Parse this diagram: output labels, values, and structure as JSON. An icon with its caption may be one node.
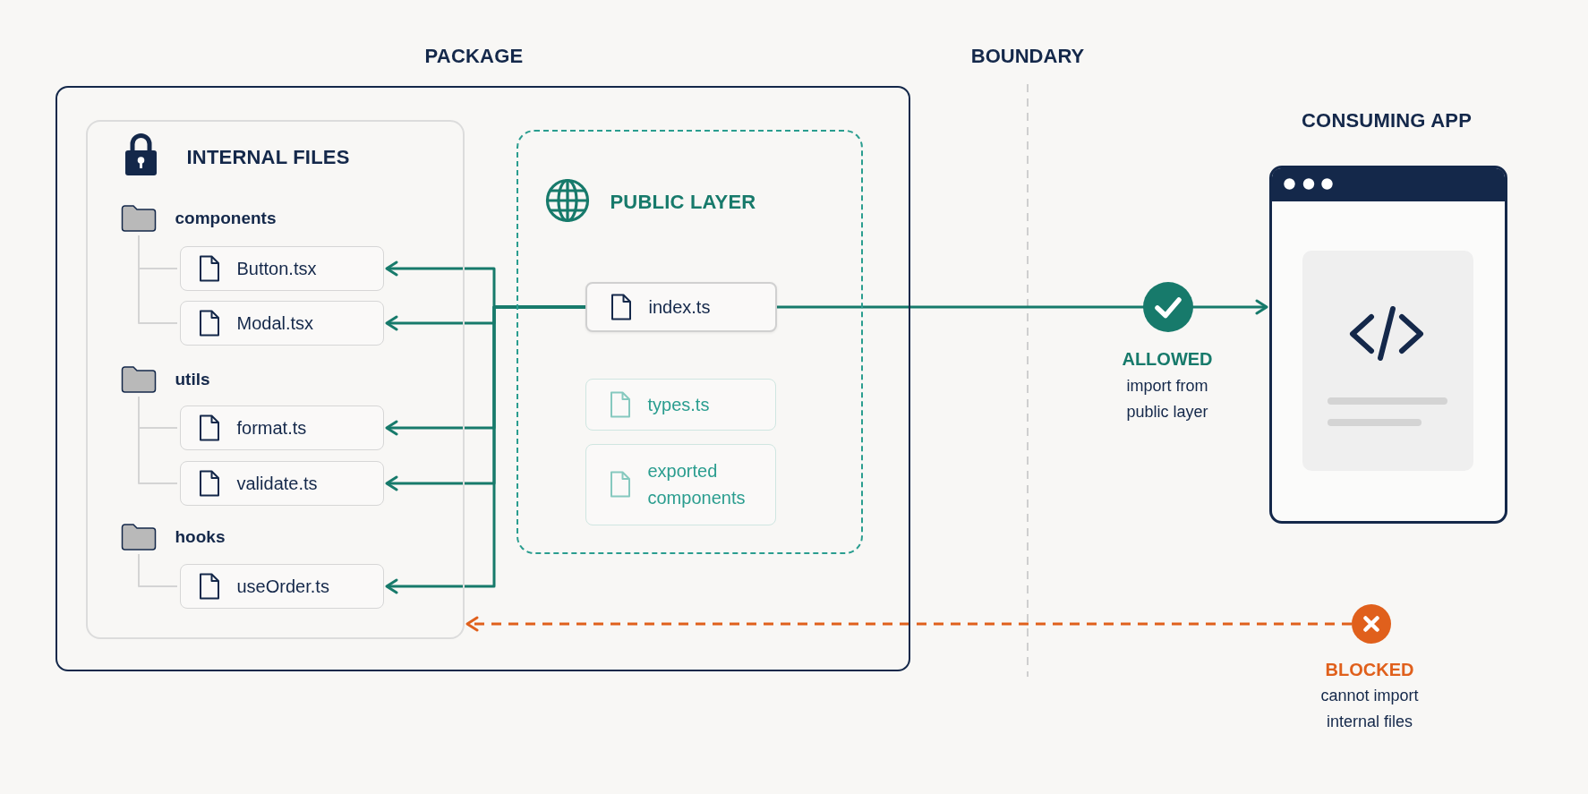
{
  "diagram": {
    "nodes": [
      {
        "text": [
          "PACKAGE"
        ]
      },
      {
        "text": [
          "INTERNAL FILES"
        ],
        "in": 0
      },
      {
        "text": [
          "components"
        ],
        "in": 1
      },
      {
        "text": [
          "Button.tsx"
        ],
        "in": 1
      },
      {
        "text": [
          "Modal.tsx"
        ],
        "in": 1
      },
      {
        "text": [
          "utils"
        ],
        "in": 1
      },
      {
        "text": [
          "format.ts"
        ],
        "in": 1
      },
      {
        "text": [
          "validate.ts"
        ],
        "in": 1
      },
      {
        "text": [
          "hooks"
        ],
        "in": 1
      },
      {
        "text": [
          "useOrder.ts"
        ],
        "in": 1
      },
      {
        "text": [
          "PUBLIC LAYER"
        ],
        "in": 0
      },
      {
        "text": [
          "index.ts"
        ],
        "in": 10
      },
      {
        "text": [
          "types.ts"
        ],
        "in": 10
      },
      {
        "text": [
          "exported components"
        ],
        "in": 10
      },
      {
        "text": [
          "CONSUMING APP"
        ]
      },
      {
        "text": [],
        "shape": "circle",
        "beside": [
          "BLOCKED",
          "cannot import internal files"
        ]
      }
    ],
    "edges": [
      {
        "from": 11,
        "to": 3,
        "arrow": "to"
      },
      {
        "from": 11,
        "to": 4,
        "arrow": "to"
      },
      {
        "from": 11,
        "to": 6,
        "arrow": "to"
      },
      {
        "from": 11,
        "to": 7,
        "arrow": "to"
      },
      {
        "from": 11,
        "to": 9,
        "arrow": "to"
      },
      {
        "from": 11,
        "to": 14,
        "arrow": "to"
      },
      {
        "from": 15,
        "to": 1,
        "arrow": "to",
        "style": "dashed",
        "color": "#e0601c"
      },
      {
        "from": 2,
        "to": 3,
        "arrow": "none",
        "color": "#d4d4d4"
      },
      {
        "from": 2,
        "to": 4,
        "arrow": "none",
        "color": "#d4d4d4"
      },
      {
        "from": 5,
        "to": 6,
        "arrow": "none",
        "color": "#d4d4d4"
      },
      {
        "from": 5,
        "to": 7,
        "arrow": "none",
        "color": "#d4d4d4"
      },
      {
        "from": 8,
        "to": 9,
        "arrow": "none",
        "color": "#d4d4d4"
      }
    ],
    "labels": [
      "BOUNDARY",
      "ALLOWED",
      "import from public layer"
    ]
  }
}
